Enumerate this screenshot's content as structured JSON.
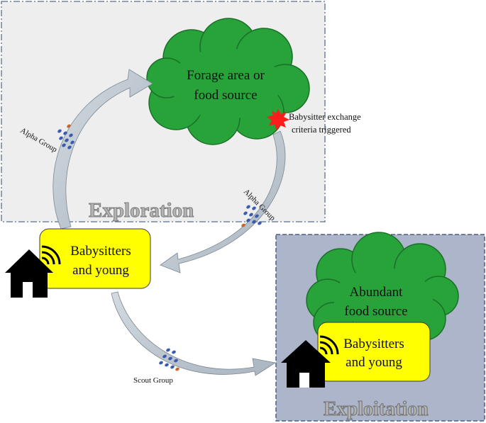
{
  "regions": {
    "exploration_title": "Exploration",
    "exploitation_title": "Exploitation"
  },
  "nodes": {
    "forage_line1": "Forage area or",
    "forage_line2": "food source",
    "babysitters_line1": "Babysitters",
    "babysitters_line2": "and young",
    "abundant_line1": "Abundant",
    "abundant_line2": "food source",
    "exploit_babysitters_line1": "Babysitters",
    "exploit_babysitters_line2": "and young"
  },
  "labels": {
    "alpha_group_left": "Alpha Group",
    "alpha_group_right": "Alpha Group",
    "scout_group": "Scout Group",
    "exchange_line1": "Babysitter exchange",
    "exchange_line2": "criteria  triggered"
  },
  "colors": {
    "exploration_bg": "#eeeeee",
    "exploitation_bg": "#acb5c9",
    "cloud_green": "#27a33a",
    "yellow_box": "#ffff00",
    "arrow_gray": "#b4bec8",
    "dot_blue": "#3a5cae",
    "dot_orange": "#c7682a",
    "burst_red": "#ff1c1c",
    "title_gray": "#8c8c8c"
  },
  "icons": [
    "house-icon",
    "wifi-icon",
    "red-burst-icon"
  ]
}
